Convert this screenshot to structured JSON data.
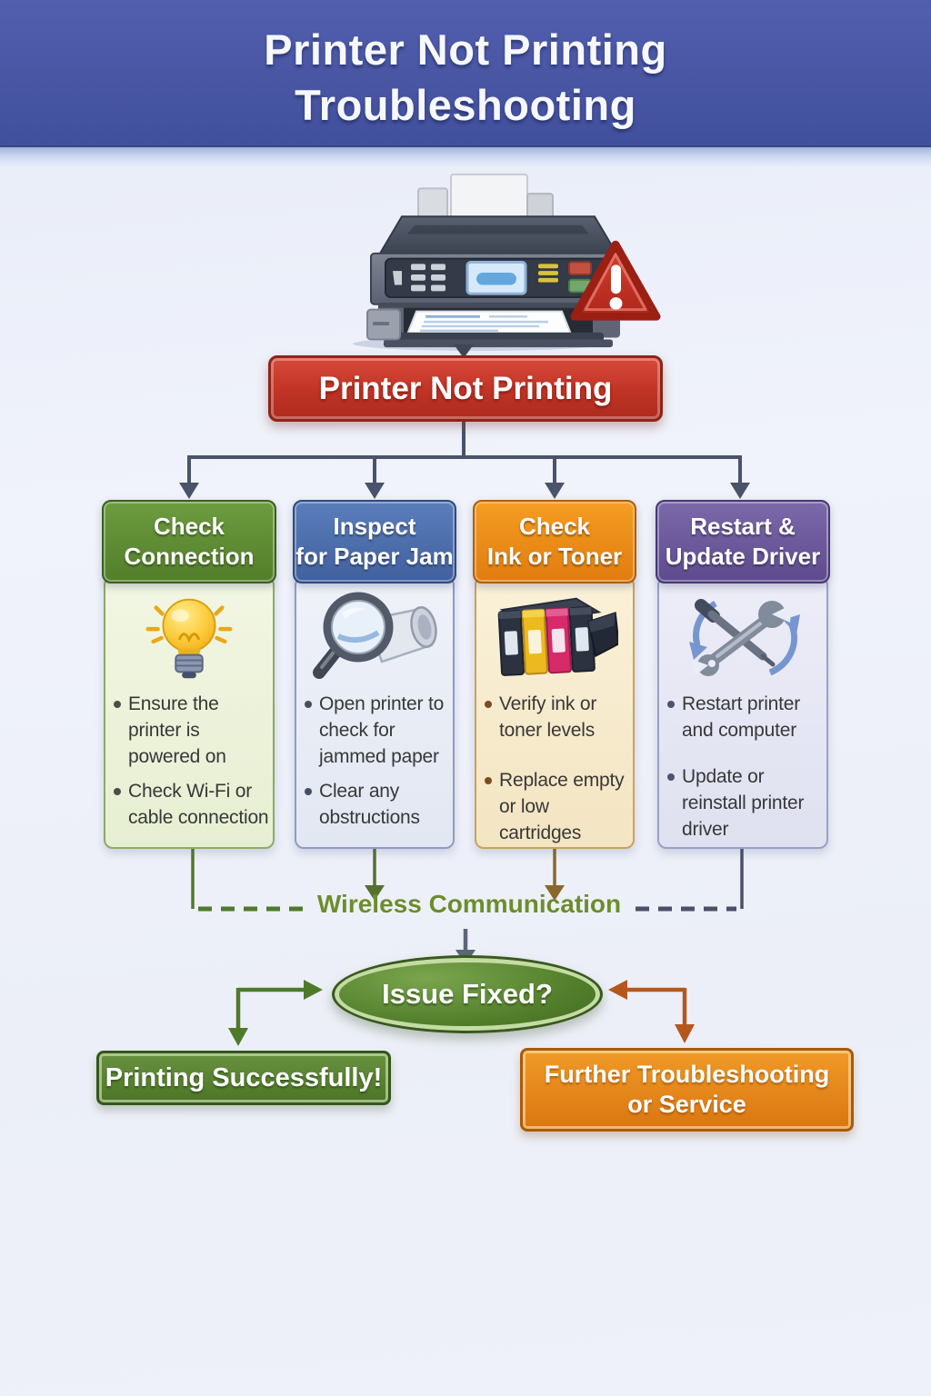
{
  "header": {
    "title_line1": "Printer Not Printing",
    "title_line2": "Troubleshooting"
  },
  "problem_node": {
    "label": "Printer Not Printing"
  },
  "branch_columns": [
    {
      "title_line1": "Check",
      "title_line2": "Connection",
      "icon": "lightbulb-icon",
      "accent_color": "#527e29",
      "bullets": [
        "Ensure the printer is powered on",
        "Check Wi-Fi or cable connection"
      ]
    },
    {
      "title_line1": "Inspect",
      "title_line2": "for Paper Jam",
      "icon": "magnifier-paper-icon",
      "accent_color": "#40619e",
      "bullets": [
        "Open printer to check for jammed paper",
        "Clear any obstructions"
      ]
    },
    {
      "title_line1": "Check",
      "title_line2": "Ink or Toner",
      "icon": "ink-cartridges-icon",
      "accent_color": "#e07c0e",
      "bullets": [
        "Verify ink or toner levels",
        "Replace empty or low cartridges"
      ]
    },
    {
      "title_line1": "Restart &",
      "title_line2": "Update Driver",
      "icon": "wrench-refresh-icon",
      "accent_color": "#5d4b8e",
      "bullets": [
        "Restart printer and computer",
        "Update or reinstall printer driver"
      ]
    }
  ],
  "wireless_label": {
    "text": "Wireless Communication",
    "color": "#6d8c2e"
  },
  "decision_node": {
    "label": "Issue Fixed?",
    "color": "#527e2b"
  },
  "outcome_success": {
    "label": "Printing Successfully!",
    "color": "#4c7526"
  },
  "outcome_failure": {
    "label": "Further Troubleshooting or Service",
    "color": "#da7610"
  },
  "colors": {
    "banner_blue": "#4856a4",
    "problem_red": "#c23527",
    "connector_slate": "#49536b",
    "connector_green": "#4e7a2b",
    "connector_olive": "#55702f",
    "connector_brown": "#8a682c",
    "connector_orange": "#b5571d"
  }
}
